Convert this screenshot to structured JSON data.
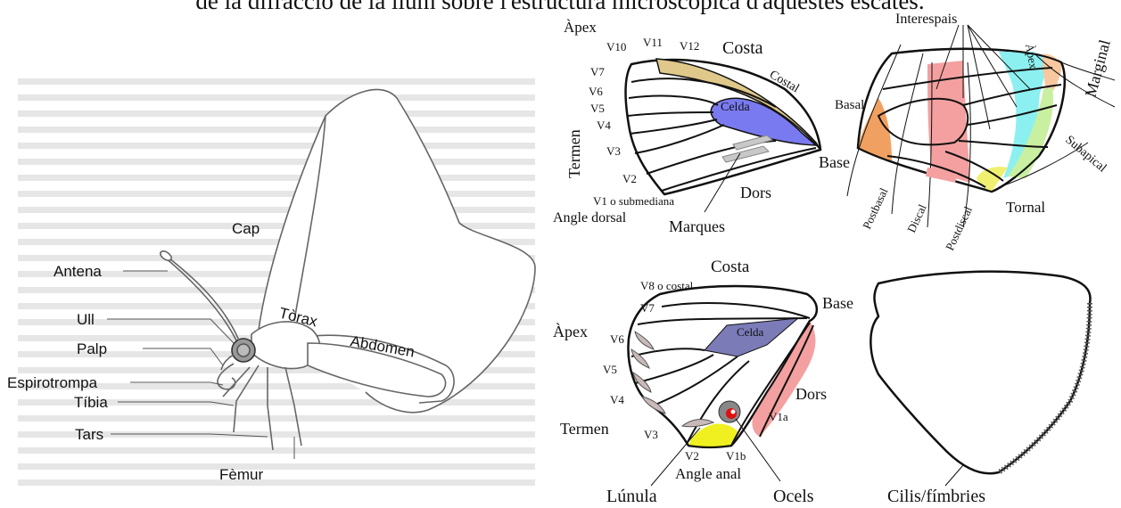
{
  "header": {
    "text": "de la difracció de la llum sobre l'estructura microscòpica d'aquestes escates."
  },
  "butterfly": {
    "labels": {
      "cap": "Cap",
      "antena": "Antena",
      "ull": "Ull",
      "palp": "Palp",
      "espirotrompa": "Espirotrompa",
      "tibia": "Tíbia",
      "tars": "Tars",
      "femur": "Fèmur",
      "torax": "Tòrax",
      "abdomen": "Abdomen"
    }
  },
  "forewing_veins": {
    "apex": "Àpex",
    "v10": "V10",
    "v11": "V11",
    "v12": "V12",
    "costa": "Costa",
    "costal": "Costal",
    "v7": "V7",
    "v6": "V6",
    "v5": "V5",
    "v4": "V4",
    "v3": "V3",
    "v2": "V2",
    "termen": "Termen",
    "celda": "Celda",
    "base": "Base",
    "v1": "V1 o submediana",
    "dors": "Dors",
    "angle_dorsal": "Angle dorsal",
    "marques": "Marques"
  },
  "forewing_zones": {
    "interespais": "Interespais",
    "apex": "Àpex",
    "marginal": "Marginal",
    "basal": "Basal",
    "subapical": "Subapical",
    "postbasal": "Postbasal",
    "discal": "Discal",
    "postdiscal": "Postdiscal",
    "tornal": "Tornal",
    "colors": {
      "basal": "#f0a060",
      "discal": "#f4a0a0",
      "marginal": "#8cf0f0",
      "apex": "#f8c8a0",
      "green": "#c8f0a0",
      "tornal": "#f0f070"
    }
  },
  "hindwing": {
    "costa": "Costa",
    "v8": "V8 o costal",
    "base": "Base",
    "v7": "V7",
    "apex": "Àpex",
    "v6": "V6",
    "celda": "Celda",
    "v5": "V5",
    "v4": "V4",
    "dors": "Dors",
    "v1a": "V1a",
    "termen": "Termen",
    "v3": "V3",
    "v2": "V2",
    "v1b": "V1b",
    "angle_anal": "Angle anal",
    "lunula": "Lúnula",
    "ocels": "Ocels",
    "colors": {
      "celda": "#7b7bb8",
      "dors": "#f4a0a0",
      "angle_anal": "#f0f020"
    }
  },
  "fringe": {
    "label": "Cilis/fímbries"
  }
}
